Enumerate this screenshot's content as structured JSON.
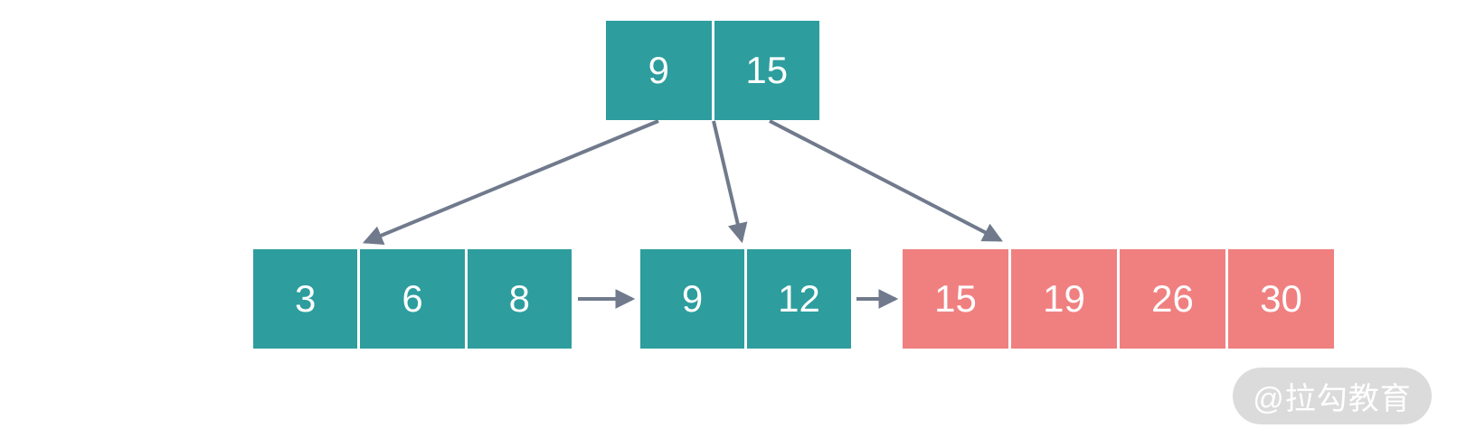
{
  "diagram_type": "b-plus-tree",
  "colors": {
    "node_teal": "#2d9d9e",
    "node_salmon": "#f08080",
    "arrow": "#707a8c",
    "cell_text": "#ffffff",
    "watermark_bg": "#dbdbdb",
    "watermark_text": "#ffffff"
  },
  "root_node": {
    "keys": [
      "9",
      "15"
    ]
  },
  "leaf_nodes": [
    {
      "keys": [
        "3",
        "6",
        "8"
      ]
    },
    {
      "keys": [
        "9",
        "12"
      ]
    },
    {
      "keys": [
        "15",
        "19",
        "26",
        "30"
      ]
    }
  ],
  "watermark": {
    "label": "@拉勾教育"
  }
}
